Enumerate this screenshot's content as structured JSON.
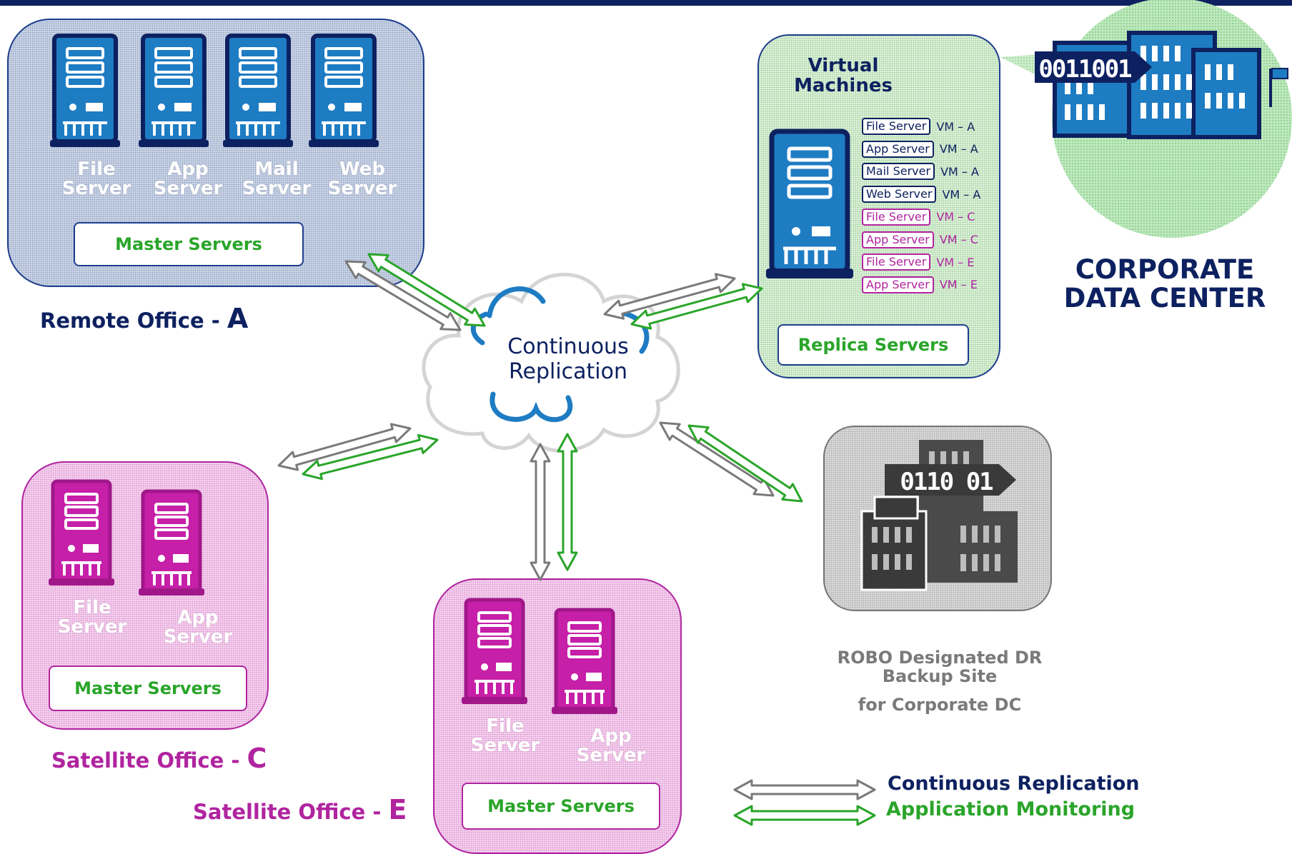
{
  "colors": {
    "navy": "#0d2160",
    "server_blue": "#1e7cc3",
    "server_pink": "#c61fa8",
    "green": "#2aa52a",
    "gray_arrow": "#7a7a7a",
    "magenta_text": "#b0249f"
  },
  "remote_office_a": {
    "title": "Remote Office - ",
    "letter": "A",
    "servers": [
      {
        "label": "File Server",
        "icon": "server-tower-icon"
      },
      {
        "label": "App Server",
        "icon": "server-tower-icon"
      },
      {
        "label": "Mail Server",
        "icon": "server-tower-icon"
      },
      {
        "label": "Web Server",
        "icon": "server-tower-icon"
      }
    ],
    "box_label": "Master Servers"
  },
  "replica_site": {
    "heading_line1": "Virtual",
    "heading_line2": "Machines",
    "vms": [
      {
        "name": "File Server",
        "tag": "VM – A",
        "group": "A"
      },
      {
        "name": "App Server",
        "tag": "VM – A",
        "group": "A"
      },
      {
        "name": "Mail Server",
        "tag": "VM – A",
        "group": "A"
      },
      {
        "name": "Web Server",
        "tag": "VM – A",
        "group": "A"
      },
      {
        "name": "File Server",
        "tag": "VM – C",
        "group": "C"
      },
      {
        "name": "App Server",
        "tag": "VM – C",
        "group": "C"
      },
      {
        "name": "File Server",
        "tag": "VM – E",
        "group": "E"
      },
      {
        "name": "App Server",
        "tag": "VM – E",
        "group": "E"
      }
    ],
    "box_label": "Replica Servers"
  },
  "corporate_dc": {
    "line1": "CORPORATE",
    "line2": "DATA CENTER",
    "binary": "0011001",
    "icon": "data-center-buildings-icon"
  },
  "cloud": {
    "line1": "Continuous",
    "line2": "Replication",
    "icon": "cloud-icon"
  },
  "satellite_office_c": {
    "title": "Satellite Office - ",
    "letter": "C",
    "servers": [
      {
        "label": "File Server",
        "icon": "server-tower-icon"
      },
      {
        "label": "App Server",
        "icon": "server-tower-icon"
      }
    ],
    "box_label": "Master Servers"
  },
  "satellite_office_e": {
    "title": "Satellite Office - ",
    "letter": "E",
    "servers": [
      {
        "label": "File Server",
        "icon": "server-tower-icon"
      },
      {
        "label": "App Server",
        "icon": "server-tower-icon"
      }
    ],
    "box_label": "Master Servers"
  },
  "robo_site": {
    "line1": "ROBO Designated DR",
    "line2": "Backup Site",
    "line3": "for Corporate DC",
    "binary": "0110 01",
    "icon": "dr-buildings-icon"
  },
  "legend": {
    "replication_label": "Continuous Replication",
    "monitoring_label": "Application Monitoring"
  }
}
